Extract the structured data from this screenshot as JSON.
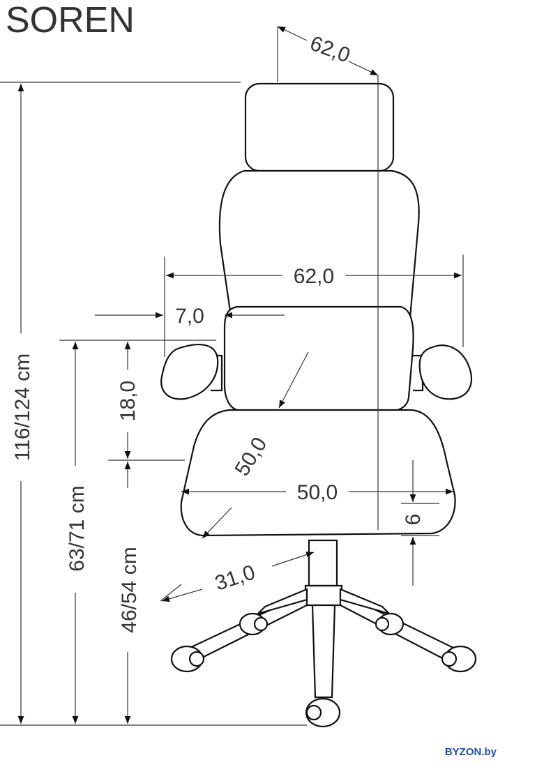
{
  "title": "SOREN",
  "brand": "BYZON.by",
  "dimensions": {
    "headrest_depth": "62,0",
    "arm_width": "62,0",
    "armrest_offset": "7,0",
    "armrest_height": "18,0",
    "seat_depth": "50,0",
    "seat_width": "50,0",
    "seat_thickness": "6",
    "base_radius": "31,0",
    "total_height": "116/124 cm",
    "armrest_floor_height": "63/71 cm",
    "seat_height": "46/54 cm"
  },
  "colors": {
    "brand": "#1f4fa8",
    "line": "#111111"
  }
}
